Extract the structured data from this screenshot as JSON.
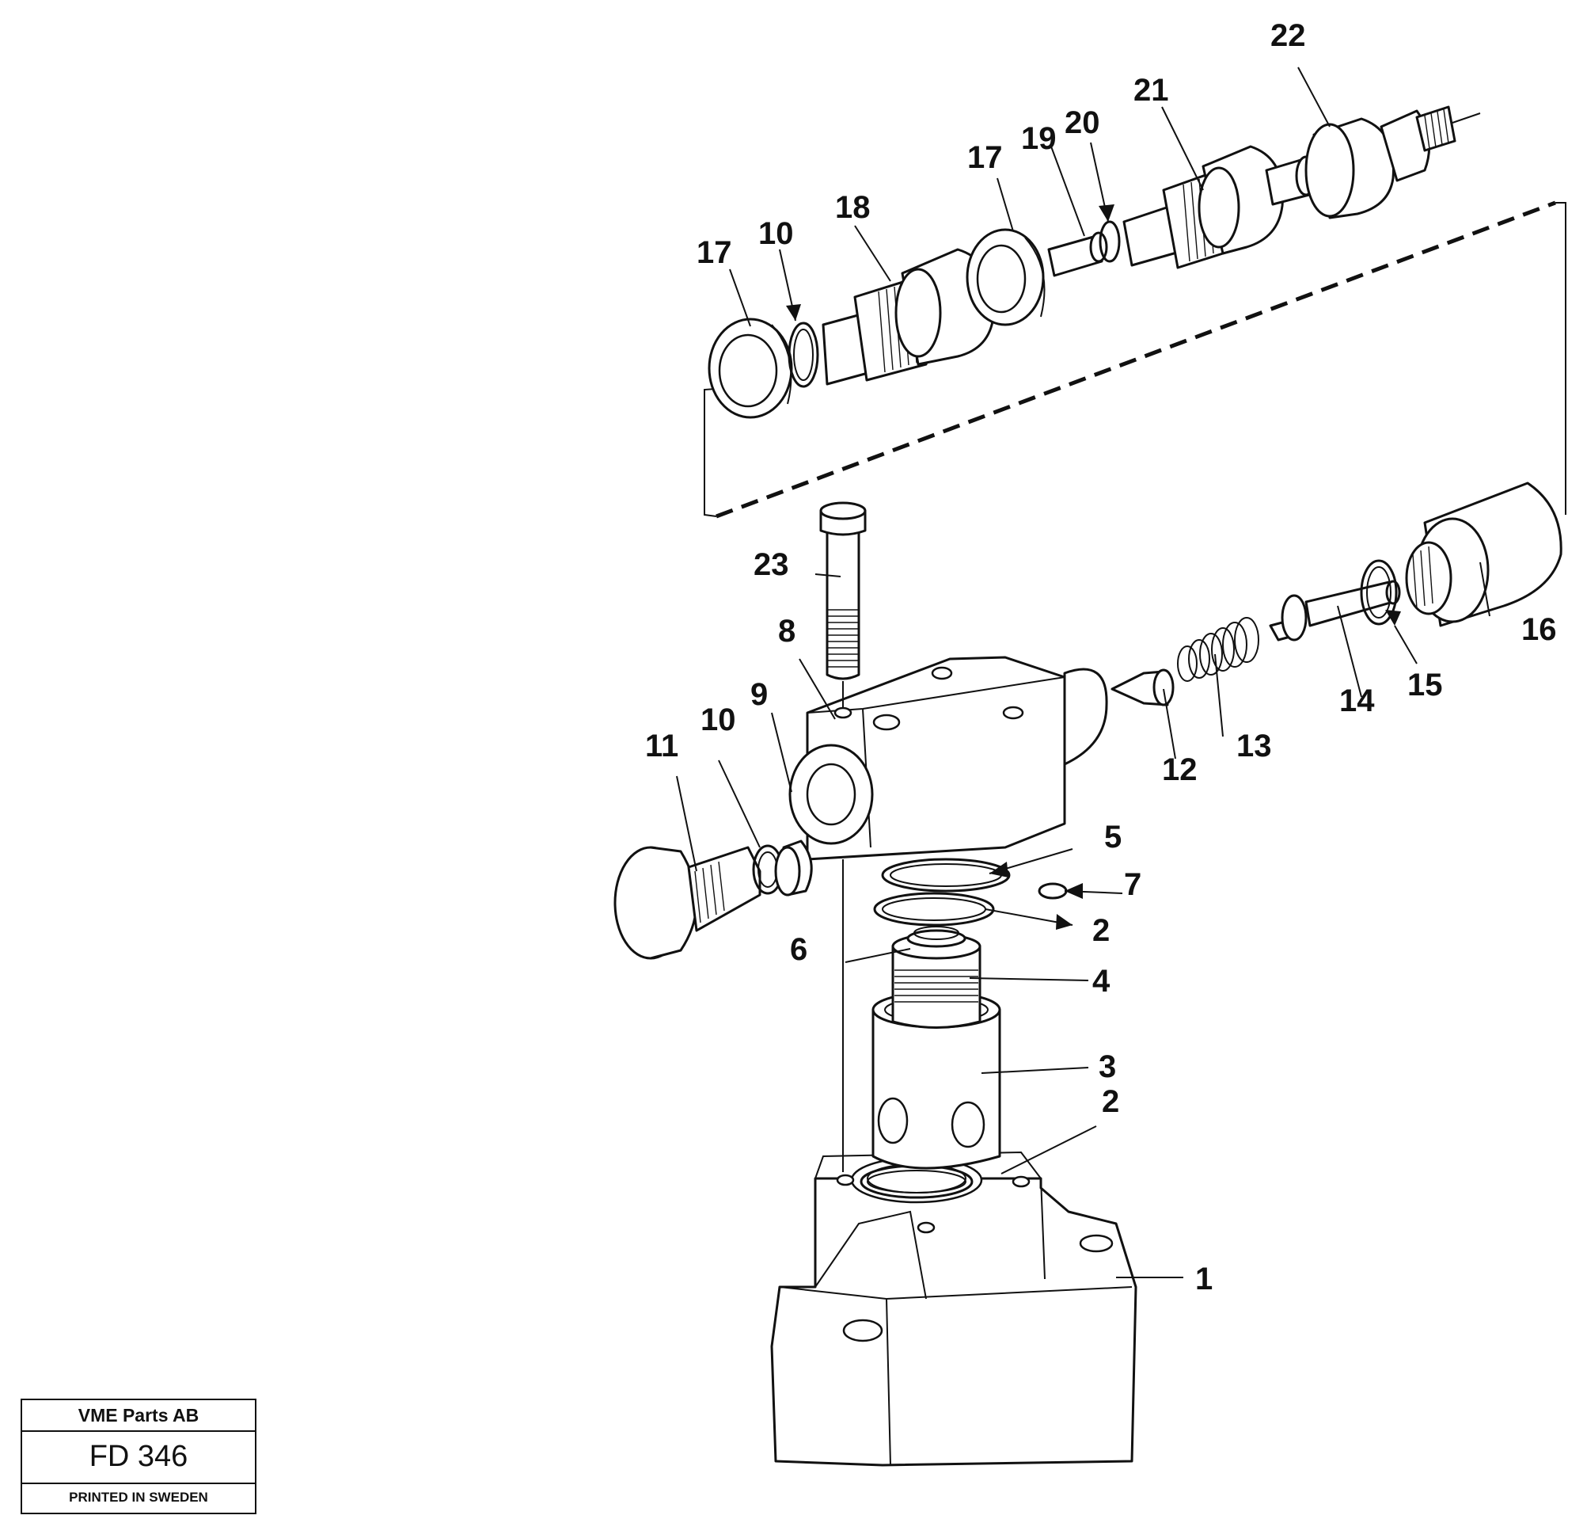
{
  "callouts": [
    {
      "id": "c1",
      "label": "1"
    },
    {
      "id": "c2a",
      "label": "2"
    },
    {
      "id": "c2b",
      "label": "2"
    },
    {
      "id": "c3",
      "label": "3"
    },
    {
      "id": "c4",
      "label": "4"
    },
    {
      "id": "c5",
      "label": "5"
    },
    {
      "id": "c6",
      "label": "6"
    },
    {
      "id": "c7",
      "label": "7"
    },
    {
      "id": "c8",
      "label": "8"
    },
    {
      "id": "c9",
      "label": "9"
    },
    {
      "id": "c10a",
      "label": "10"
    },
    {
      "id": "c10b",
      "label": "10"
    },
    {
      "id": "c11",
      "label": "11"
    },
    {
      "id": "c12",
      "label": "12"
    },
    {
      "id": "c13",
      "label": "13"
    },
    {
      "id": "c14",
      "label": "14"
    },
    {
      "id": "c15",
      "label": "15"
    },
    {
      "id": "c16",
      "label": "16"
    },
    {
      "id": "c17a",
      "label": "17"
    },
    {
      "id": "c17b",
      "label": "17"
    },
    {
      "id": "c18",
      "label": "18"
    },
    {
      "id": "c19",
      "label": "19"
    },
    {
      "id": "c20",
      "label": "20"
    },
    {
      "id": "c21",
      "label": "21"
    },
    {
      "id": "c22",
      "label": "22"
    },
    {
      "id": "c23",
      "label": "23"
    }
  ],
  "title_block": {
    "company": "VME Parts AB",
    "code": "FD 346",
    "printed": "PRINTED IN SWEDEN"
  }
}
